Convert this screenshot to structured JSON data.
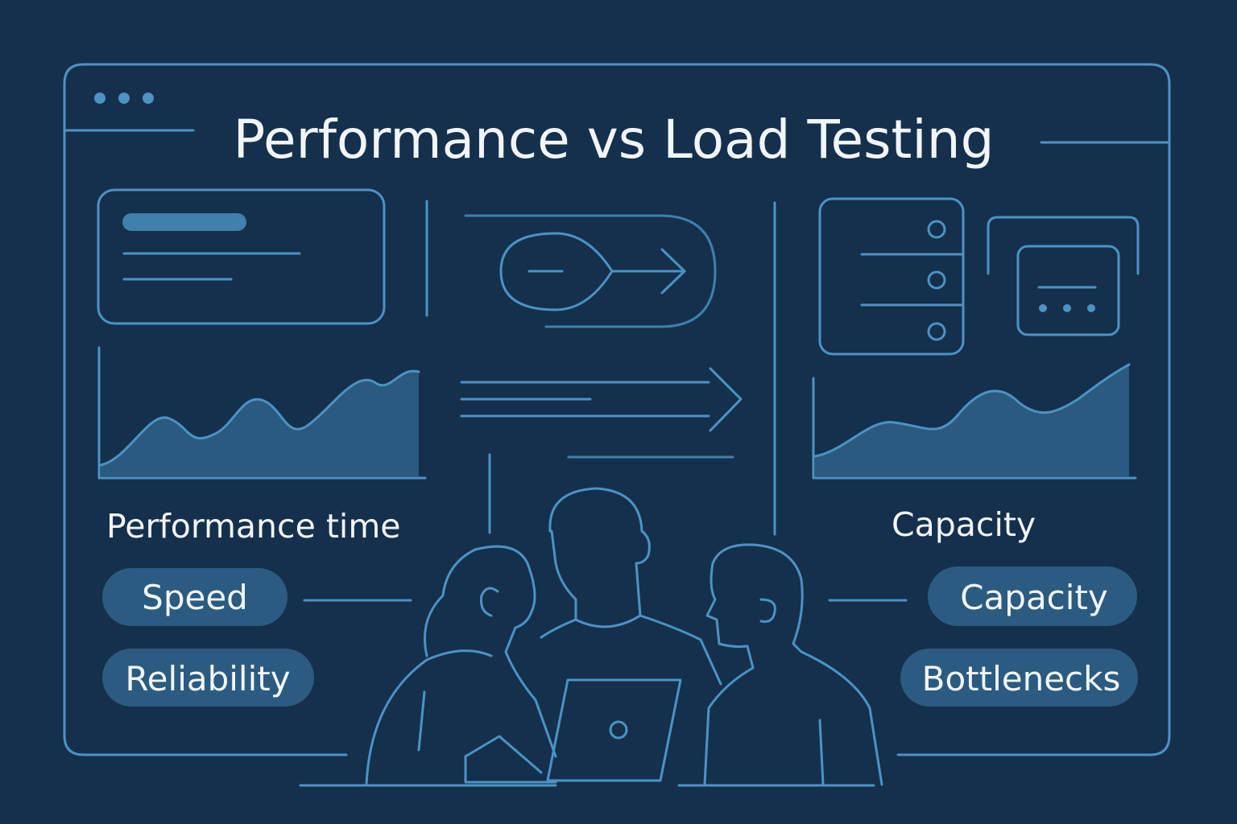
{
  "title": "Performance vs Load Testing",
  "left": {
    "heading": "Performance time",
    "pills": [
      "Speed",
      "Reliability"
    ]
  },
  "right": {
    "heading": "Capacity",
    "pills": [
      "Capacity",
      "Bottlenecks"
    ]
  },
  "colors": {
    "background": "#14304d",
    "line": "#4b93c4",
    "pill": "#2b5b80",
    "text": "#f2f5f8"
  }
}
